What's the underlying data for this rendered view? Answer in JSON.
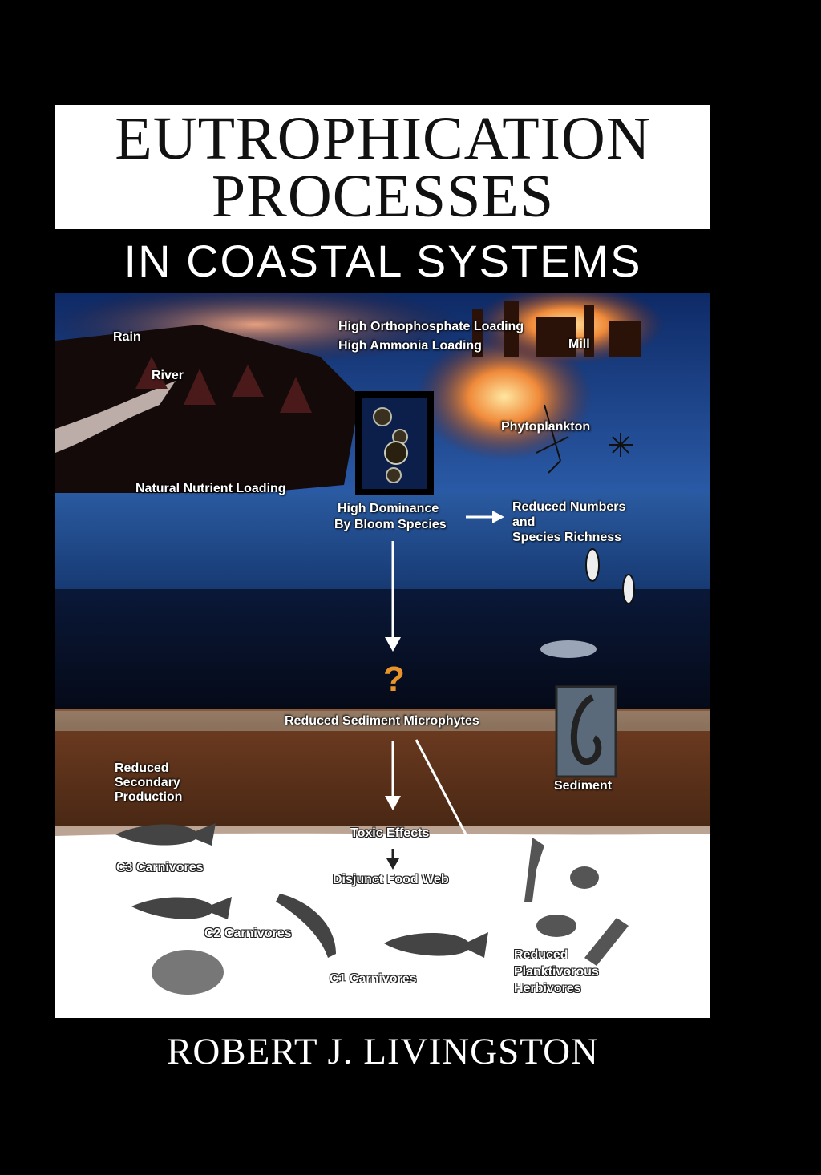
{
  "title": {
    "line1": "EUTROPHICATION",
    "line2": "PROCESSES"
  },
  "subtitle": "IN COASTAL SYSTEMS",
  "author": "ROBERT J. LIVINGSTON",
  "labels": {
    "rain": "Rain",
    "river": "River",
    "ortho": "High Orthophosphate Loading",
    "ammonia": "High Ammonia Loading",
    "mill": "Mill",
    "phytoplankton": "Phytoplankton",
    "natural": "Natural Nutrient Loading",
    "dominance1": "High Dominance",
    "dominance2": "By Bloom Species",
    "reduced_numbers1": "Reduced Numbers",
    "reduced_numbers2": "and",
    "reduced_numbers3": "Species Richness",
    "question": "?",
    "sediment_micro": "Reduced Sediment Microphytes",
    "secondary1": "Reduced",
    "secondary2": "Secondary",
    "secondary3": "Production",
    "sediment": "Sediment",
    "toxic": "Toxic Effects",
    "disjunct": "Disjunct Food Web",
    "c3": "C3 Carnivores",
    "c2": "C2 Carnivores",
    "c1": "C1 Carnivores",
    "herb1": "Reduced",
    "herb2": "Planktivorous",
    "herb3": "Herbivores"
  },
  "colors": {
    "background": "#000000",
    "sky": "#1d3f8a",
    "water": "#2a5aa0",
    "sediment": "#6b3a20",
    "question": "#e8942a"
  }
}
